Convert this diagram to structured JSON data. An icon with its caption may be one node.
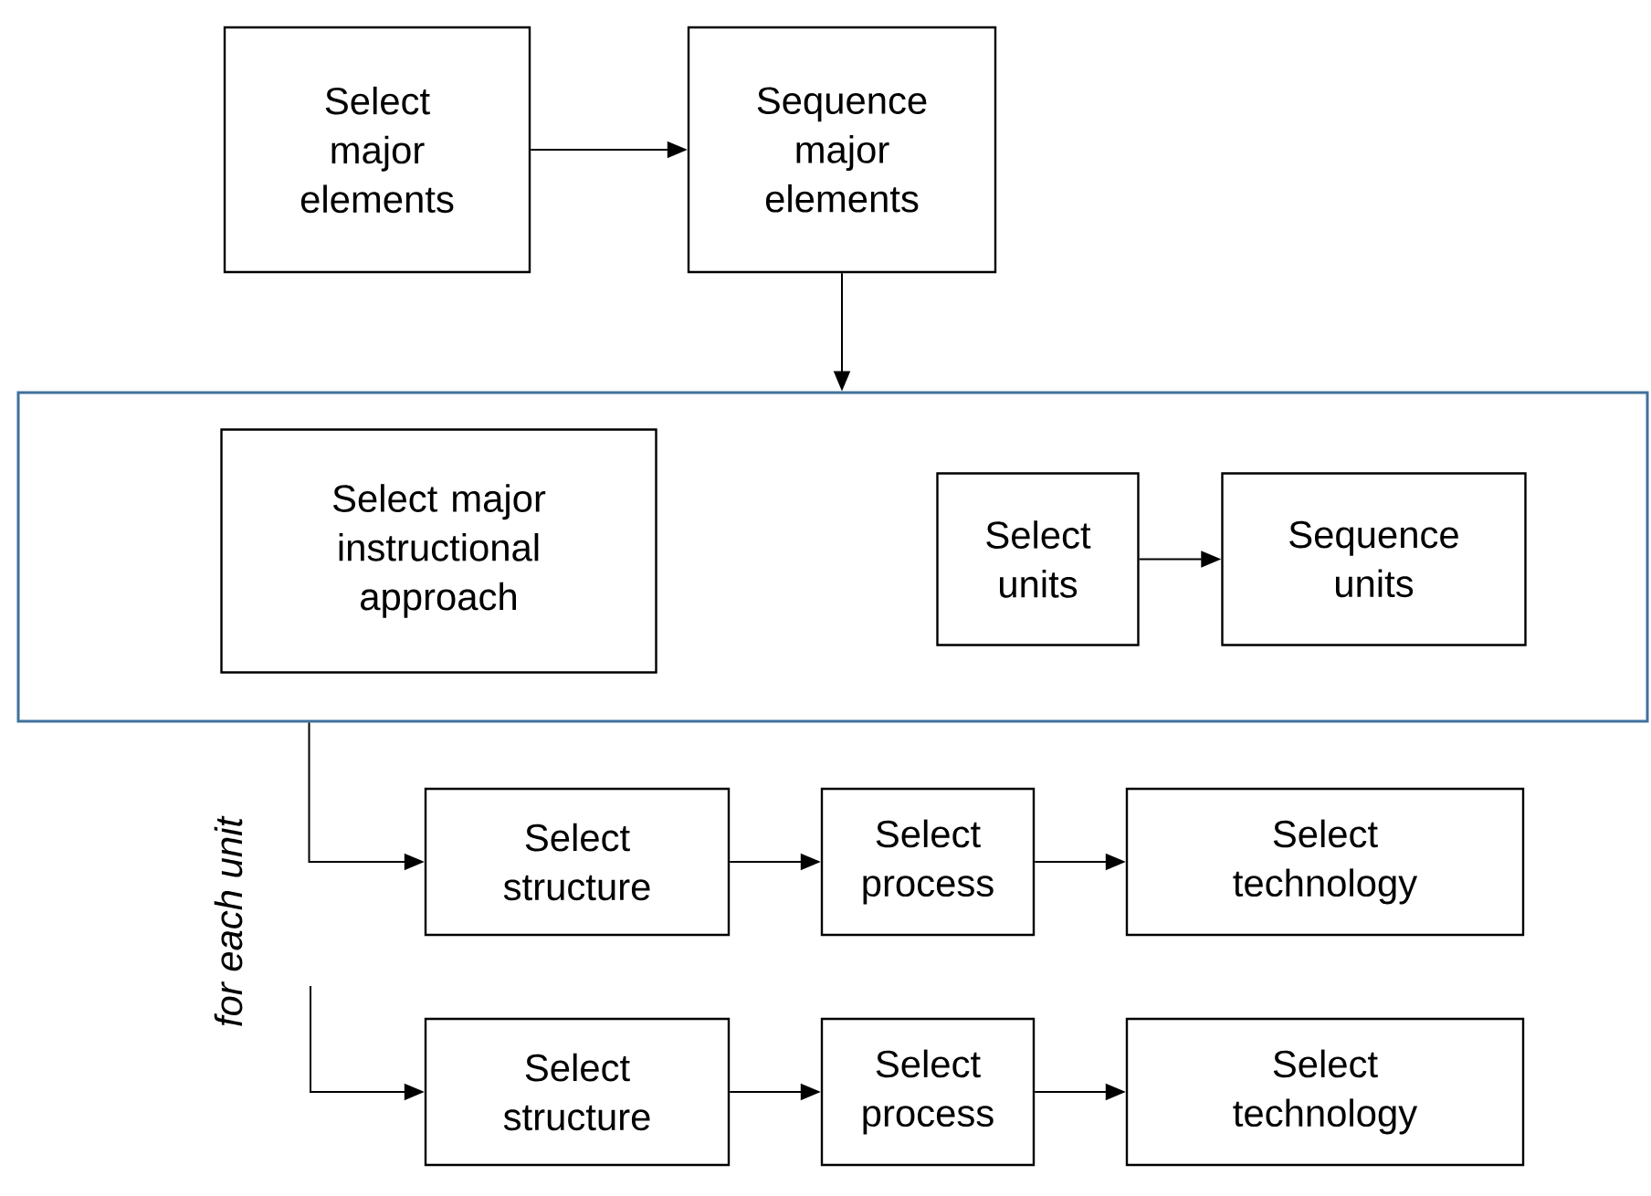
{
  "diagram": {
    "nodes": [
      {
        "text": [
          "Select major elements"
        ]
      },
      {
        "text": [
          "Sequence major elements"
        ]
      },
      {
        "text": [],
        "shape": "box"
      },
      {
        "text": [
          "Select major instructional approach"
        ],
        "in": 2
      },
      {
        "text": [
          "Select units"
        ],
        "in": 2
      },
      {
        "text": [
          "Sequence units"
        ],
        "in": 2
      },
      {
        "text": [
          "Select structure"
        ]
      },
      {
        "text": [
          "Select process"
        ]
      },
      {
        "text": [
          "Select technology"
        ]
      },
      {
        "text": [
          "Select structure"
        ]
      },
      {
        "text": [
          "Select process"
        ]
      },
      {
        "text": [
          "Select technology"
        ]
      }
    ],
    "edges": [
      {
        "from": 0,
        "to": 1,
        "arrow": "to"
      },
      {
        "from": 1,
        "to": 2,
        "arrow": "to"
      },
      {
        "from": 4,
        "to": 5,
        "arrow": "to"
      },
      {
        "from": 2,
        "to": 6,
        "arrow": "to"
      },
      {
        "from": 6,
        "to": 7,
        "arrow": "to"
      },
      {
        "from": 7,
        "to": 8,
        "arrow": "to"
      },
      {
        "from": null,
        "to": 9,
        "arrow": "to"
      },
      {
        "from": 9,
        "to": 10,
        "arrow": "to"
      },
      {
        "from": 10,
        "to": 11,
        "arrow": "to"
      }
    ],
    "labels": [
      "for each unit"
    ]
  }
}
